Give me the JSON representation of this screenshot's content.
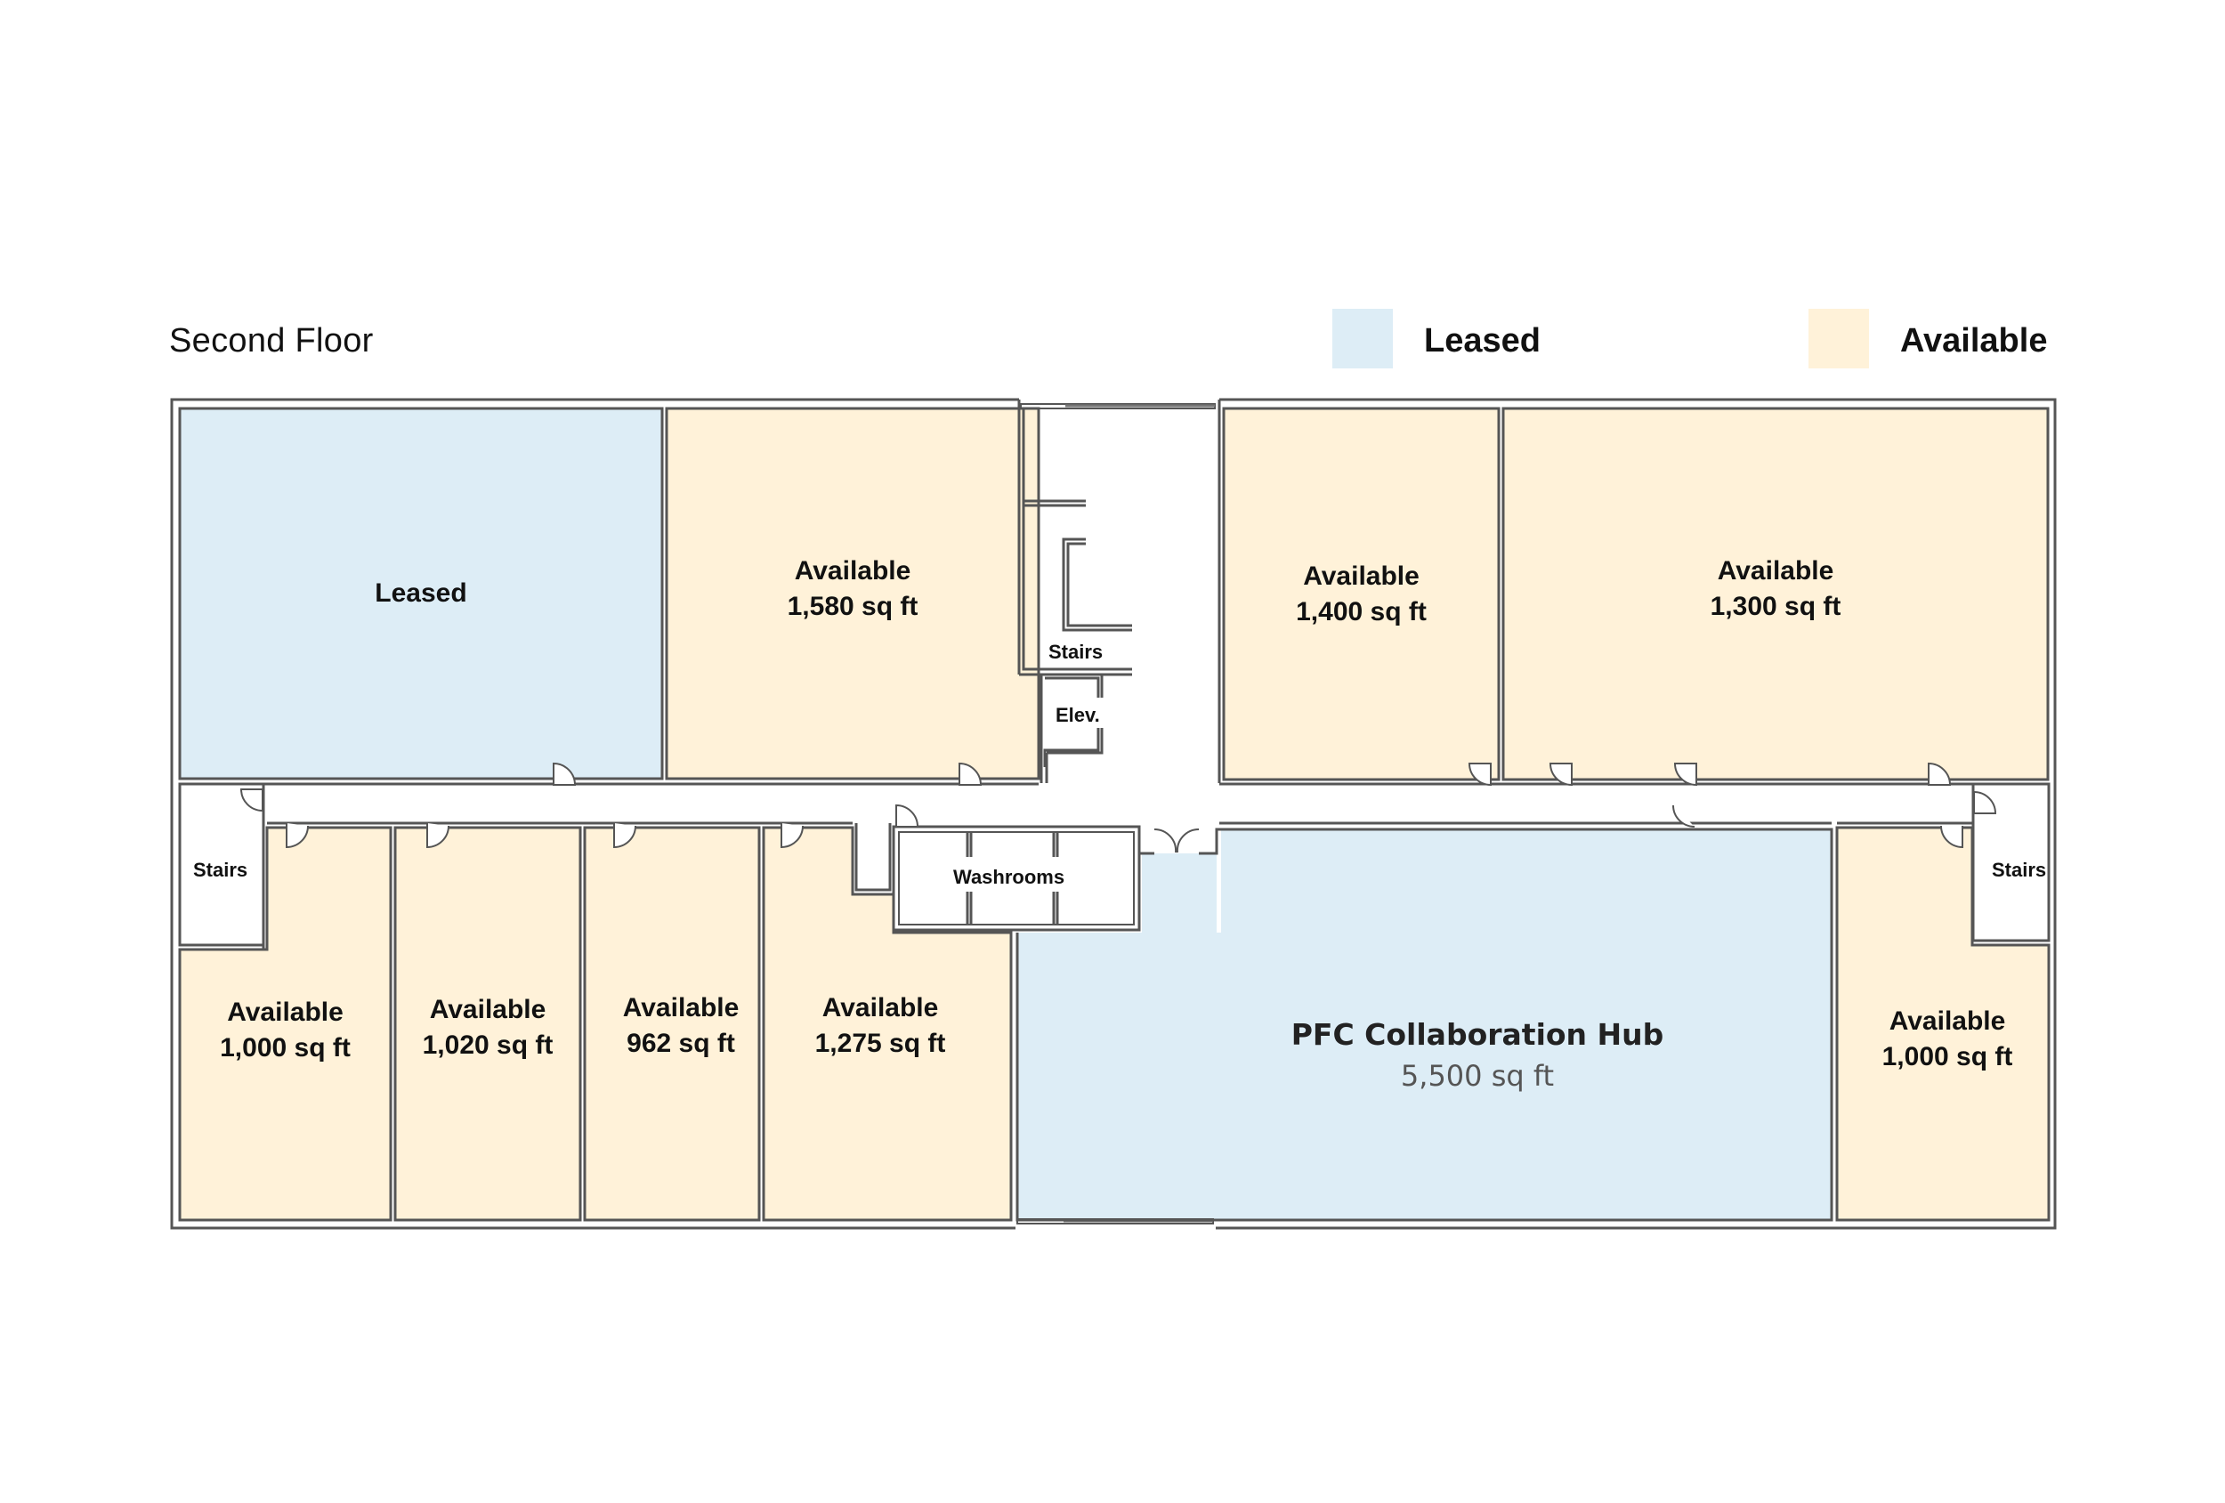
{
  "header": {
    "title": "Second Floor"
  },
  "legend": [
    {
      "label": "Leased",
      "color": "#ddedf6"
    },
    {
      "label": "Available",
      "color": "#fff2d9"
    }
  ],
  "colors": {
    "leased": "#ddedf6",
    "available": "#fff2d9",
    "wall": "#555555",
    "corridor": "#ffffff"
  },
  "rooms": {
    "top_leased": {
      "status": "Leased",
      "label": "Leased"
    },
    "top_1580": {
      "status": "Available",
      "label": "Available",
      "sqft": "1,580 sq ft"
    },
    "top_1400": {
      "status": "Available",
      "label": "Available",
      "sqft": "1,400 sq ft"
    },
    "top_1300": {
      "status": "Available",
      "label": "Available",
      "sqft": "1,300 sq ft"
    },
    "bottom_1000_left": {
      "status": "Available",
      "label": "Available",
      "sqft": "1,000 sq ft"
    },
    "bottom_1020": {
      "status": "Available",
      "label": "Available",
      "sqft": "1,020 sq ft"
    },
    "bottom_962": {
      "status": "Available",
      "label": "Available",
      "sqft": "962 sq ft"
    },
    "bottom_1275": {
      "status": "Available",
      "label": "Available",
      "sqft": "1,275 sq ft"
    },
    "hub": {
      "status": "Leased",
      "label": "PFC Collaboration Hub",
      "sqft": "5,500 sq ft"
    },
    "bottom_1000_right": {
      "status": "Available",
      "label": "Available",
      "sqft": "1,000 sq ft"
    }
  },
  "utility": {
    "stairs_left": "Stairs",
    "stairs_center": "Stairs",
    "stairs_right": "Stairs",
    "elevator": "Elev.",
    "washrooms": "Washrooms"
  }
}
